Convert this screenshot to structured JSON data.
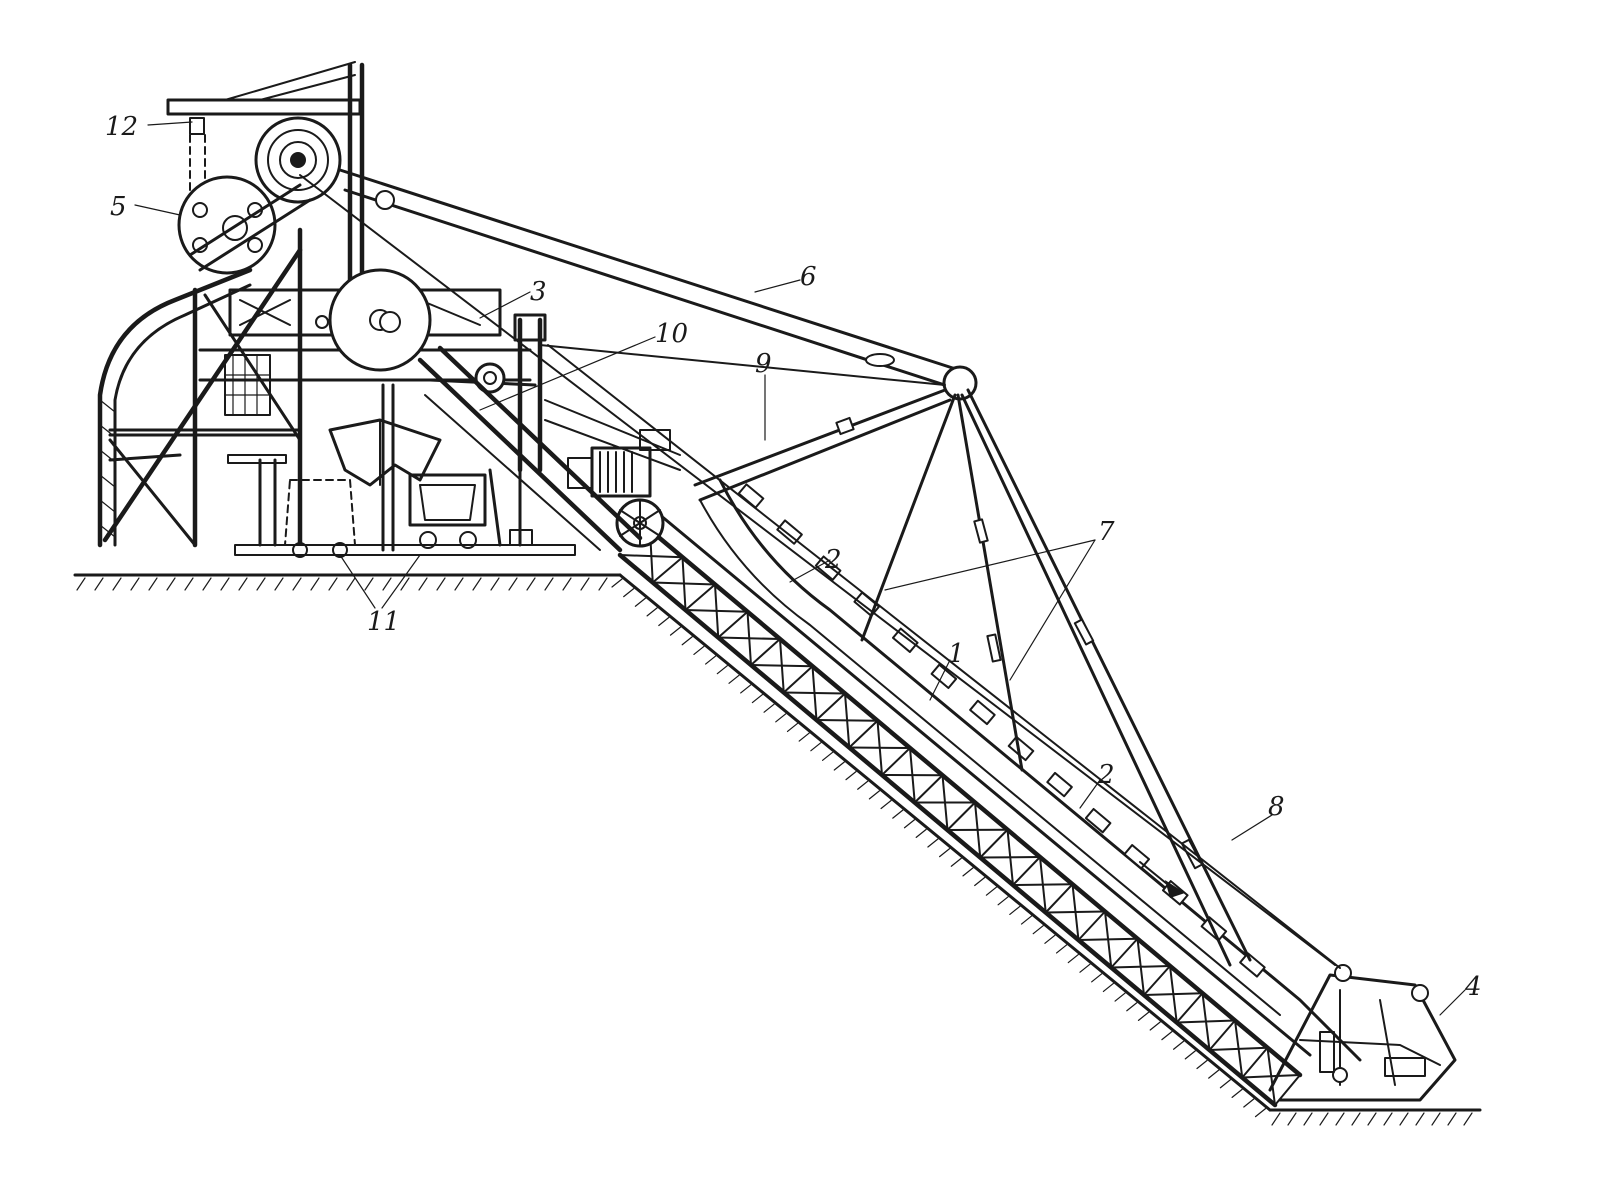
{
  "callouts": [
    {
      "id": "12",
      "text": "12"
    },
    {
      "id": "5",
      "text": "5"
    },
    {
      "id": "3",
      "text": "3"
    },
    {
      "id": "6",
      "text": "6"
    },
    {
      "id": "10",
      "text": "10"
    },
    {
      "id": "9",
      "text": "9"
    },
    {
      "id": "7",
      "text": "7"
    },
    {
      "id": "2a",
      "text": "2"
    },
    {
      "id": "1",
      "text": "1"
    },
    {
      "id": "11",
      "text": "11"
    },
    {
      "id": "2b",
      "text": "2"
    },
    {
      "id": "8",
      "text": "8"
    },
    {
      "id": "4",
      "text": "4"
    }
  ],
  "colors": {
    "ink": "#1a1a1a",
    "paper": "#ffffff"
  }
}
